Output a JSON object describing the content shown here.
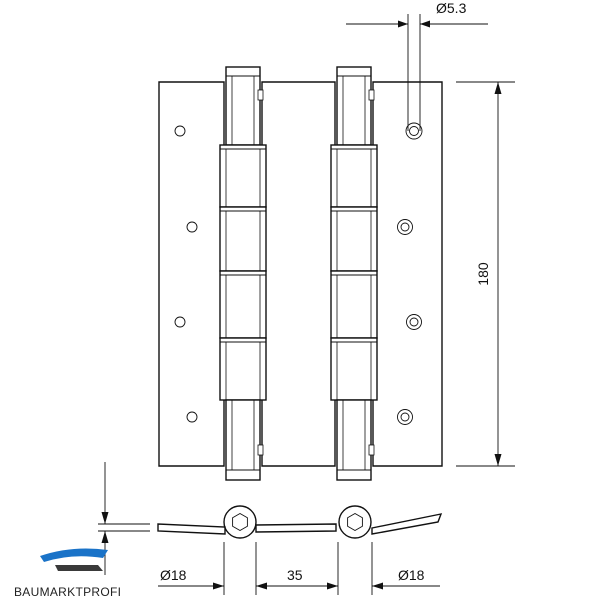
{
  "dimensions": {
    "hole_diameter": "Ø5.3",
    "height": "180",
    "left_knuckle": "Ø18",
    "spacing": "35",
    "right_knuckle": "Ø18"
  },
  "logo": {
    "text": "BAUMARKTPROFI",
    "accent_color": "#1a73c8"
  },
  "colors": {
    "line": "#111111",
    "background": "#ffffff"
  }
}
